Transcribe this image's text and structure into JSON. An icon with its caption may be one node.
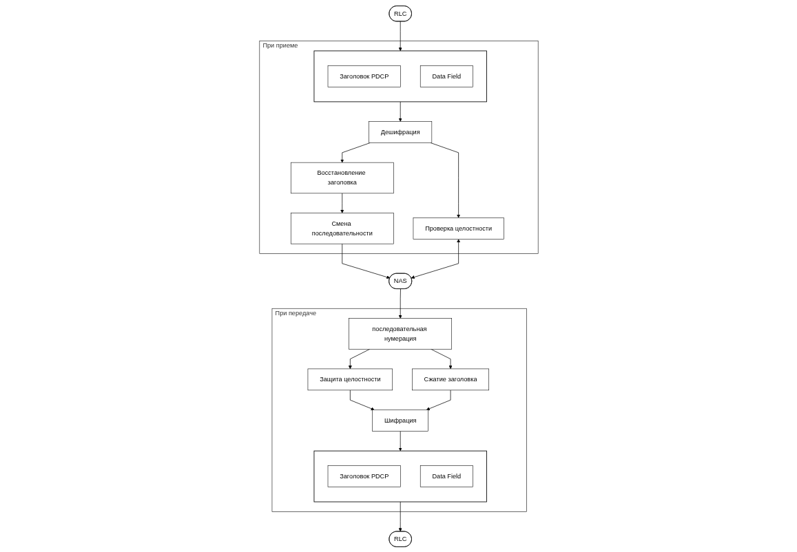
{
  "diagram": {
    "nodes": [
      {
        "text": [
          "NAS"
        ]
      },
      {
        "text": [
          "При передаче"
        ]
      },
      {
        "text": [
          "При приеме"
        ]
      },
      {
        "text": [
          "последовательная нумерация"
        ],
        "in": 1
      },
      {
        "text": [
          "Защита целостности"
        ],
        "in": 1
      },
      {
        "text": [
          "Сжатие заголовка"
        ],
        "in": 1
      },
      {
        "text": [
          "Шифрация"
        ],
        "in": 1
      },
      {
        "text": [],
        "shape": "box",
        "in": 1
      },
      {
        "text": [
          "Заголовок PDCP"
        ],
        "in": 7
      },
      {
        "text": [
          "Data Field"
        ],
        "in": 7
      },
      {
        "text": [
          "RLC"
        ]
      },
      {
        "text": [
          "Смена последовательности"
        ],
        "in": 2
      },
      {
        "text": [
          "Проверка целостности"
        ],
        "in": 2
      },
      {
        "text": [
          "Восстановление заголовка"
        ],
        "in": 2
      },
      {
        "text": [
          "Дешифрация"
        ],
        "in": 2
      },
      {
        "text": [],
        "shape": "box",
        "in": 2
      },
      {
        "text": [
          "Заголовок PDCP"
        ],
        "in": 15
      },
      {
        "text": [
          "Data Field"
        ],
        "in": 15
      },
      {
        "text": [
          "RLC"
        ]
      }
    ],
    "edges": [
      {
        "from": 0,
        "to": 3,
        "arrow": "to"
      },
      {
        "from": 3,
        "to": 4,
        "arrow": "to"
      },
      {
        "from": 3,
        "to": 5,
        "arrow": "to"
      },
      {
        "from": 4,
        "to": 6,
        "arrow": "to"
      },
      {
        "from": 5,
        "to": 6,
        "arrow": "to"
      },
      {
        "from": 6,
        "to": 7,
        "arrow": "to"
      },
      {
        "from": 7,
        "to": 10,
        "arrow": "to"
      },
      {
        "from": 18,
        "to": 15,
        "arrow": "to"
      },
      {
        "from": 15,
        "to": 14,
        "arrow": "to"
      },
      {
        "from": 14,
        "to": 12,
        "arrow": "to"
      },
      {
        "from": 14,
        "to": 13,
        "arrow": "to"
      },
      {
        "from": 13,
        "to": 11,
        "arrow": "to"
      },
      {
        "from": 11,
        "to": 0,
        "arrow": "to"
      },
      {
        "from": 12,
        "to": 0,
        "arrow": "both"
      }
    ]
  }
}
